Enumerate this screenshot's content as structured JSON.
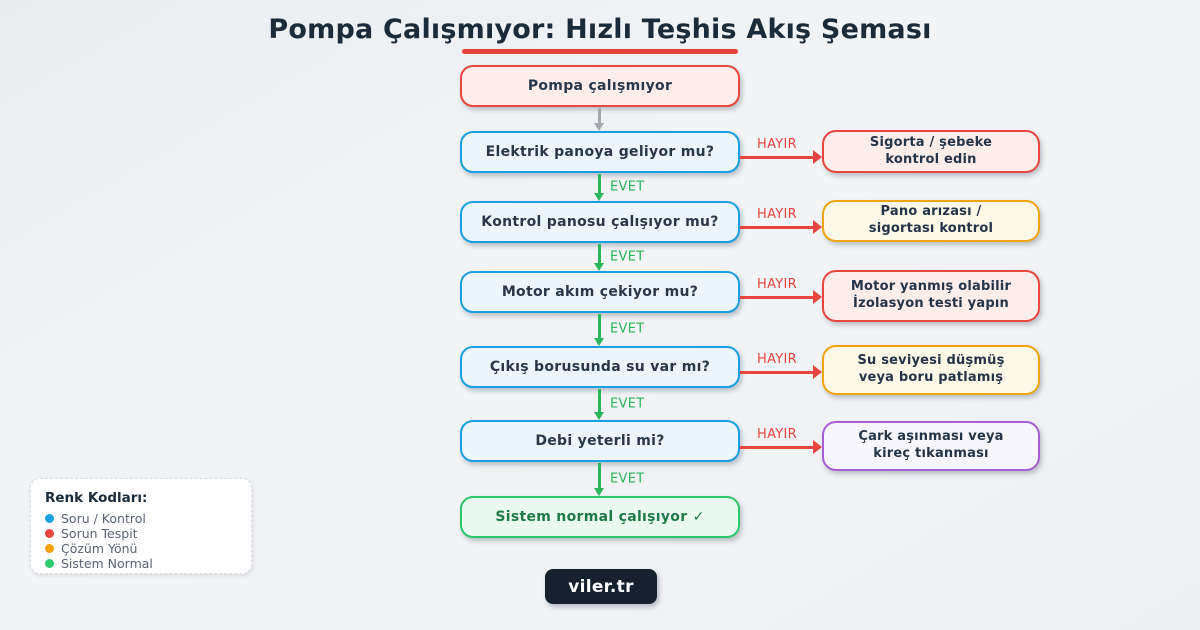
{
  "title": "Pompa Çalışmıyor: Hızlı Teşhis Akış Şeması",
  "flow": {
    "yes_label": "EVET",
    "no_label": "HAYIR",
    "start": {
      "label": "Pompa çalışmıyor"
    },
    "steps": [
      {
        "question": "Elektrik panoya geliyor mu?",
        "outcome": {
          "type": "problem",
          "lines": [
            "Sigorta / şebeke",
            "kontrol edin"
          ]
        }
      },
      {
        "question": "Kontrol panosu çalışıyor mu?",
        "outcome": {
          "type": "solution",
          "lines": [
            "Pano arızası /",
            "sigortası kontrol"
          ]
        }
      },
      {
        "question": "Motor akım çekiyor mu?",
        "outcome": {
          "type": "problem",
          "lines": [
            "Motor yanmış olabilir",
            "İzolasyon testi yapın"
          ]
        }
      },
      {
        "question": "Çıkış borusunda su var mı?",
        "outcome": {
          "type": "solution",
          "lines": [
            "Su seviyesi düşmüş",
            "veya boru patlamış"
          ]
        }
      },
      {
        "question": "Debi yeterli mi?",
        "outcome": {
          "type": "alt",
          "lines": [
            "Çark aşınması veya",
            "kireç tıkanması"
          ]
        }
      }
    ],
    "end": {
      "label": "Sistem normal çalışıyor ✓"
    }
  },
  "legend": {
    "title": "Renk Kodları:",
    "items": [
      {
        "label": "Soru / Kontrol",
        "color": "#1da2e0"
      },
      {
        "label": "Sorun Tespit",
        "color": "#e8463f"
      },
      {
        "label": "Çözüm Yönü",
        "color": "#f5a20b"
      },
      {
        "label": "Sistem Normal",
        "color": "#2ecc71"
      }
    ]
  },
  "badge": {
    "label": "viler.tr"
  },
  "colors": {
    "question_border": "#1a9fe0",
    "question_fill": "#ecf5fc",
    "problem_border": "#e8463f",
    "problem_fill": "#fdeeec",
    "solution_border": "#efa412",
    "solution_fill": "#fdf9e8",
    "alt_border": "#a55ed3",
    "alt_fill": "#f8f6fd",
    "normal_border": "#2dc76a",
    "normal_fill": "#ebfaf0",
    "yes_green": "#2bb65b",
    "no_red": "#e8463f",
    "title_navy": "#1c2b3a",
    "underline_red": "#e8423c",
    "badge_bg": "#16202e",
    "gray_arrow": "#a4a9b0"
  }
}
